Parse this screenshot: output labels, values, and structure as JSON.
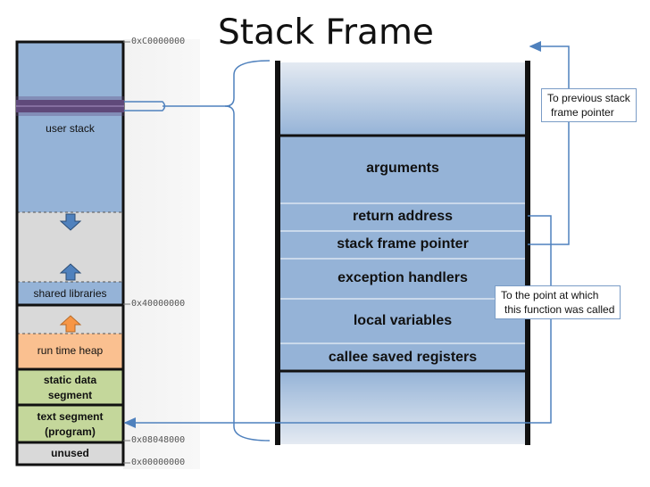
{
  "title": "Stack Frame",
  "memory_map": {
    "user_stack": "user stack",
    "shared_libraries": "shared libraries",
    "run_time_heap": "run time heap",
    "static_data_line1": "static data",
    "static_data_line2": "segment",
    "text_segment_line1": "text segment",
    "text_segment_line2": "(program)",
    "unused": "unused"
  },
  "addresses": {
    "top": "0xC0000000",
    "libs": "0x40000000",
    "text": "0x08048000",
    "zero": "0x00000000"
  },
  "frame": {
    "arguments": "arguments",
    "return_address": "return address",
    "stack_frame_pointer": "stack frame pointer",
    "exception_handlers": "exception handlers",
    "local_variables": "local variables",
    "callee_saved_registers": "callee saved registers"
  },
  "callouts": {
    "previous_frame_line1": "To previous stack",
    "previous_frame_line2": "frame pointer",
    "call_point_line1": "To  the point at which",
    "call_point_line2": "this function was called"
  },
  "colors": {
    "stack_blue": "#95b3d7",
    "free_gray": "#d9d9d9",
    "heap_orange": "#fac090",
    "data_green": "#c4d79b",
    "arrow_blue": "#4f81bd",
    "arrow_orange": "#f79646",
    "band_purple": "#5f497a"
  }
}
